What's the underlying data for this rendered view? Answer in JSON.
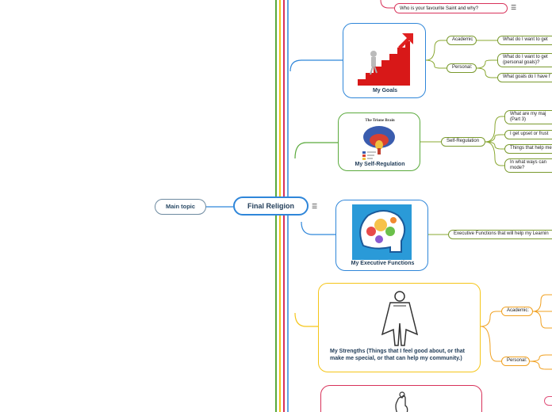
{
  "main_topic": "Main topic",
  "central": "Final Religion",
  "menu_icon": "hamburger-icon",
  "colors": {
    "blue": "#2f86d9",
    "green": "#5aaa3c",
    "yellow": "#f5c518",
    "red": "#d8325a",
    "olive": "#8aa832",
    "orange": "#f0a020",
    "pink": "#e0507a"
  },
  "top_item": "Who is your favourite Saint and why?",
  "goals": {
    "title": "My Goals",
    "icon": "stairs-to-success-icon",
    "academic_label": "Academic",
    "academic_item": "What do I want to get",
    "personal_label": "Personal:",
    "personal_item1": "What do I want to get (personal goals)?",
    "personal_item2": "What goals do I have f"
  },
  "self_reg": {
    "title": "My Self-Regulation",
    "image_title": "The Triune Brain",
    "icon": "triune-brain-icon",
    "label": "Self-Regulation",
    "items": [
      "What are my maj (Part 3)",
      "I get upset or frust",
      "Things that help me",
      "In what ways can mode?"
    ]
  },
  "exec": {
    "title": "My Executive Functions",
    "icon": "brain-cartoon-icon",
    "item": "Executive Functions that will help my Learnin"
  },
  "strengths": {
    "title": "My Strengths (Things that I feel good about, or that make me special, or that can help my community.)",
    "icon": "superhero-icon",
    "academic_label": "Academic:",
    "personal_label": "Personal:"
  },
  "bottom": {
    "icon": "hand-gesture-icon"
  }
}
